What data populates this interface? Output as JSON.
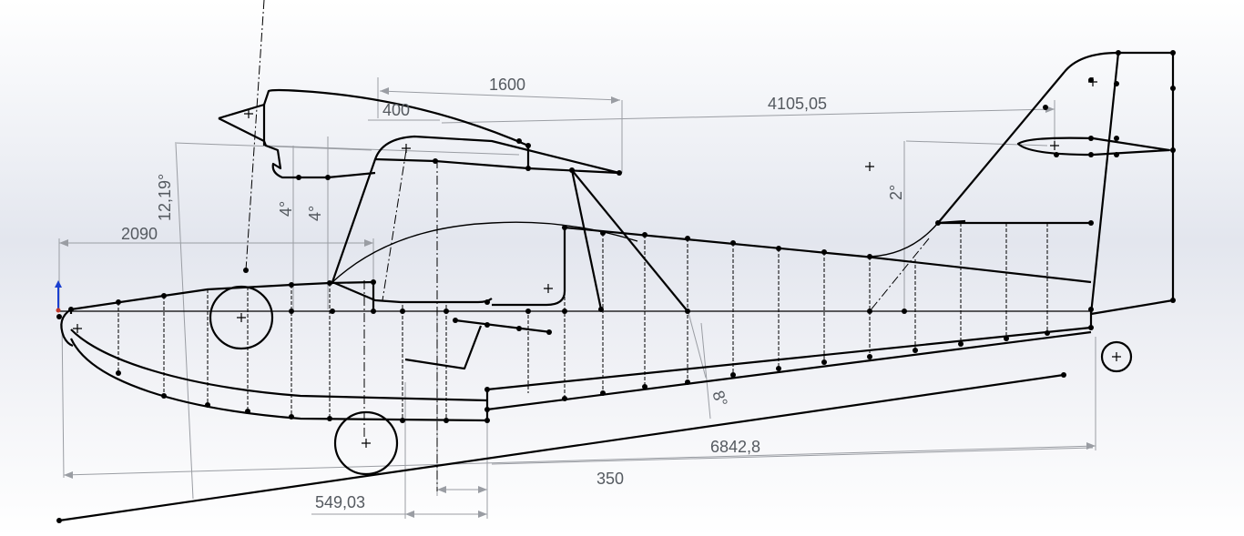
{
  "drawing": {
    "dimensions": {
      "d1600": "1600",
      "d400": "400",
      "d4105": "4105,05",
      "d2090": "2090",
      "d1219": "12,19°",
      "d4a": "4°",
      "d4b": "4°",
      "d2deg": "2°",
      "d8deg": "8°",
      "d6842": "6842,8",
      "d350": "350",
      "d549": "549,03"
    },
    "colors": {
      "geometry": "#000000",
      "dimension": "#8a8d93",
      "dim_text": "#555a60",
      "origin_axis": "#1a3fd0"
    }
  }
}
